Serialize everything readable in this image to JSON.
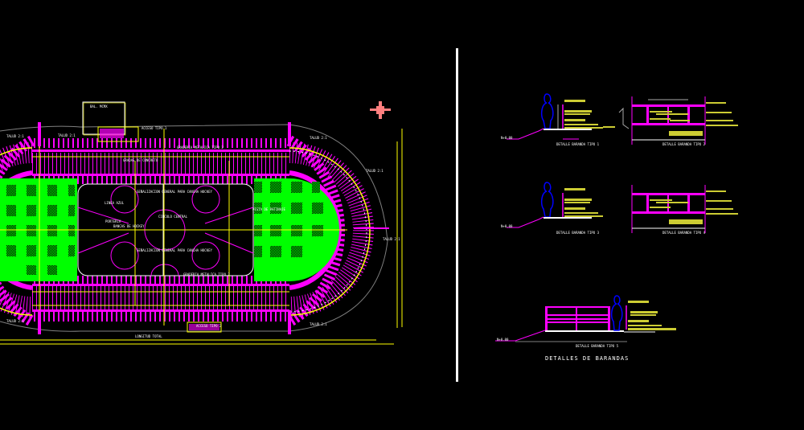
{
  "drawing": {
    "background": "#000000",
    "colors": {
      "magenta": "#ff00ff",
      "yellow": "#ffff00",
      "green": "#00ff00",
      "white": "#ffffff",
      "gray": "#808080",
      "blue": "#0000ff",
      "salmon": "#ff7f7f",
      "olive": "#cccc33"
    }
  },
  "plan": {
    "labels": {
      "bal_mcmx": "BAL. MCMX",
      "access_top": "ACCESO TIPO 1",
      "talud_tl": "TALUD 2:1",
      "talud_tl2": "TALUD 2:1",
      "top_band": "GRADERIA METALICA TIPO 2",
      "upper_seats": "GRADAS DE CONCRETO",
      "rink_label_1": "SEÑALIZACION GENERAL PARA CANCHA HOCKEY",
      "rink_label_2": "LINEA AZUL",
      "rink_label_3": "PORTERIA",
      "rink_label_4": "BANCAS DE HOCKEY",
      "rink_label_5": "CIRCULO CENTRAL",
      "rink_label_6": "SEÑALIZACION GENERAL PARA CANCHA HOCKEY",
      "right_block": "PISTA DE PATINAJE",
      "bottom_band": "GRADERIA METALICA TIPO 2",
      "bottom_access": "ACCESO TIPO 2",
      "bottom_dim": "LONGITUD TOTAL",
      "talud_r1": "TALUD 2:1",
      "talud_r2": "TALUD 2:1",
      "talud_r3": "TALUD 2:1",
      "talud_bl": "TALUD 2:1",
      "talud_br": "TALUD 2:1"
    }
  },
  "details": {
    "title": "DETALLES DE BARANDAS",
    "sections": [
      {
        "left_caption": "DETALLE BARANDA TIPO 1",
        "right_caption": "DETALLE BARANDA TIPO 2",
        "level": "N+0.00"
      },
      {
        "left_caption": "DETALLE BARANDA TIPO 3",
        "right_caption": "DETALLE BARANDA TIPO 4",
        "level": "N+0.00"
      },
      {
        "caption": "DETALLE BARANDA TIPO 5",
        "level": "N+0.00"
      }
    ]
  }
}
